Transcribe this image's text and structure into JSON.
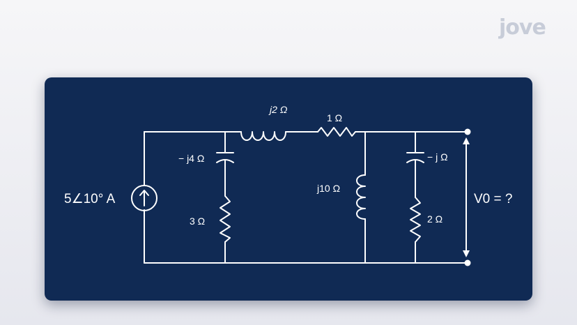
{
  "logo": {
    "text": "jove"
  },
  "circuit": {
    "source_label": "5∠10° A",
    "labels": {
      "inductor_top": "j2 Ω",
      "resistor_top": "1 Ω",
      "capacitor_left": "− j4 Ω",
      "resistor_left": "3 Ω",
      "inductor_mid": "j10 Ω",
      "capacitor_right": "− j Ω",
      "resistor_right": "2 Ω",
      "output_label": "V0 = ?"
    }
  },
  "colors": {
    "panel": "#102a54",
    "line": "#ffffff",
    "background": "#eceef3"
  }
}
